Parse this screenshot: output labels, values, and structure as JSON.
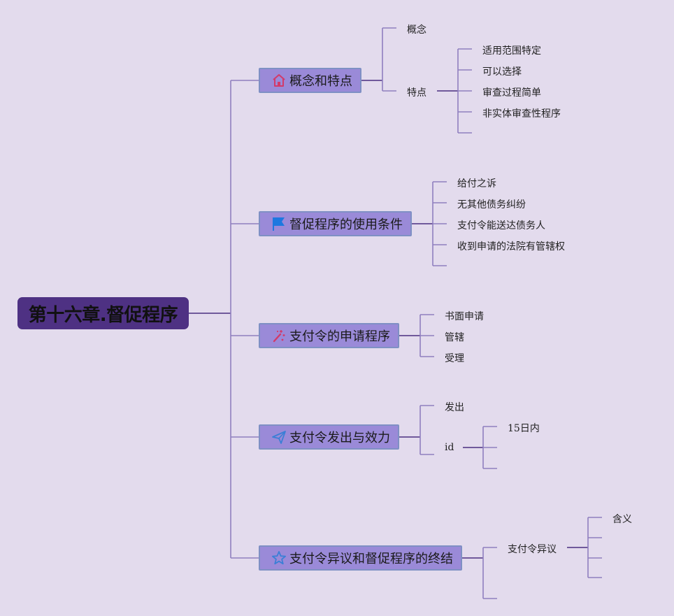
{
  "colors": {
    "background": "#e3dbed",
    "root_fill": "#4e3183",
    "branch_fill": "#9a8ad8",
    "branch_border": "#7f90c4",
    "connector_dark": "#4b2e80",
    "connector_light": "#8f7fbf",
    "home_icon": "#d23a6a",
    "flag_icon": "#1e78e0",
    "wand_icon": "#d23a6a",
    "plane_icon": "#3b7fd6",
    "star_icon": "#3b7fd6"
  },
  "mindmap": {
    "root": {
      "label": "第十六章.督促程序"
    },
    "branches": [
      {
        "label": "概念和特点",
        "icon": "home-icon",
        "children": [
          {
            "label": "概念"
          },
          {
            "label": "特点",
            "children": [
              {
                "label": "适用范围特定"
              },
              {
                "label": "可以选择"
              },
              {
                "label": "审查过程简单"
              },
              {
                "label": "非实体审查性程序"
              }
            ]
          }
        ]
      },
      {
        "label": "督促程序的使用条件",
        "icon": "flag-icon",
        "children": [
          {
            "label": "给付之诉"
          },
          {
            "label": "无其他债务纠纷"
          },
          {
            "label": "支付令能送达债务人"
          },
          {
            "label": "收到申请的法院有管辖权"
          }
        ]
      },
      {
        "label": "支付令的申请程序",
        "icon": "magic-wand-icon",
        "children": [
          {
            "label": "书面申请"
          },
          {
            "label": "管辖"
          },
          {
            "label": "受理"
          }
        ]
      },
      {
        "label": "支付令发出与效力",
        "icon": "paper-plane-icon",
        "children": [
          {
            "label": "发出"
          },
          {
            "label": "id",
            "children": [
              {
                "label": "15日内"
              }
            ]
          }
        ]
      },
      {
        "label": "支付令异议和督促程序的终结",
        "icon": "star-icon",
        "children": [
          {
            "label": "支付令异议",
            "children": [
              {
                "label": "含义"
              }
            ]
          }
        ]
      }
    ]
  }
}
